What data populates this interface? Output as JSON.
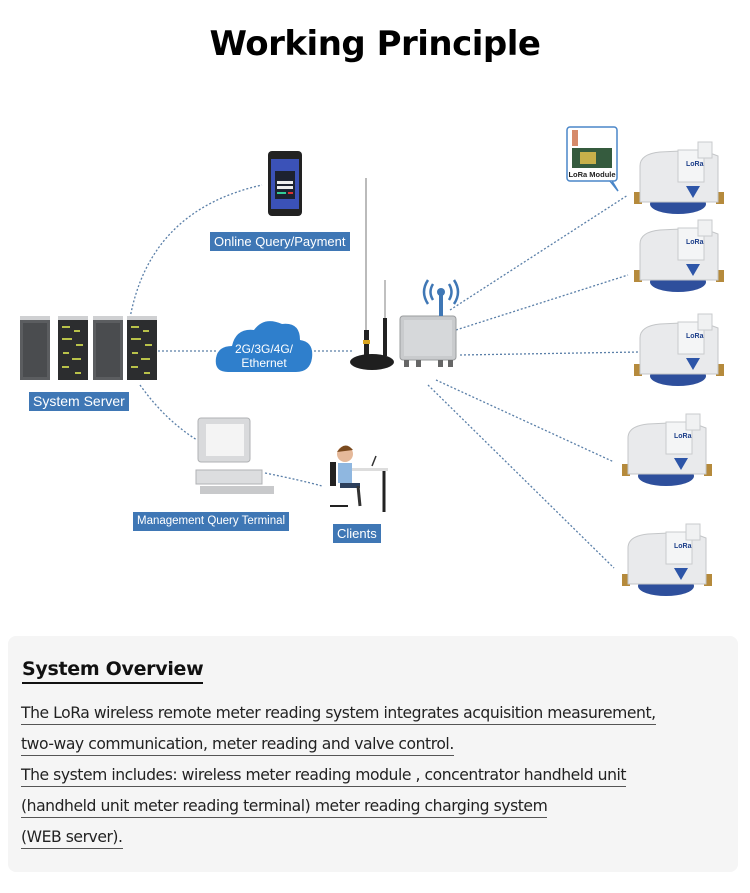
{
  "page": {
    "title": "Working Principle"
  },
  "diagram": {
    "nodes": {
      "server": {
        "label": "System Server"
      },
      "phone": {
        "label": "Online Query/Payment"
      },
      "cloud": {
        "label_line1": "2G/3G/4G/",
        "label_line2": "Ethernet"
      },
      "terminal": {
        "label": "Management Query Terminal"
      },
      "clients": {
        "label": "Clients"
      },
      "concentrator": {
        "label": ""
      },
      "lora_module": {
        "label": "LoRa Module"
      },
      "meters": [
        {
          "badge": "LoRa"
        },
        {
          "badge": "LoRa"
        },
        {
          "badge": "LoRa"
        },
        {
          "badge": "LoRa"
        },
        {
          "badge": "LoRa"
        }
      ]
    },
    "colors": {
      "label_bg": "#3f77b5",
      "cloud": "#2f7fcc",
      "link": "#5a7fa8",
      "meter_blue": "#2e4f9c",
      "brass": "#b58a3c"
    }
  },
  "overview": {
    "heading": "System Overview",
    "lines": [
      "The LoRa wireless remote meter reading system integrates acquisition measurement,",
      "two-way communication, meter reading and valve control.",
      "The system includes: wireless meter reading module , concentrator handheld unit",
      "(handheld unit meter reading terminal) meter reading charging system",
      " (WEB server)."
    ]
  }
}
